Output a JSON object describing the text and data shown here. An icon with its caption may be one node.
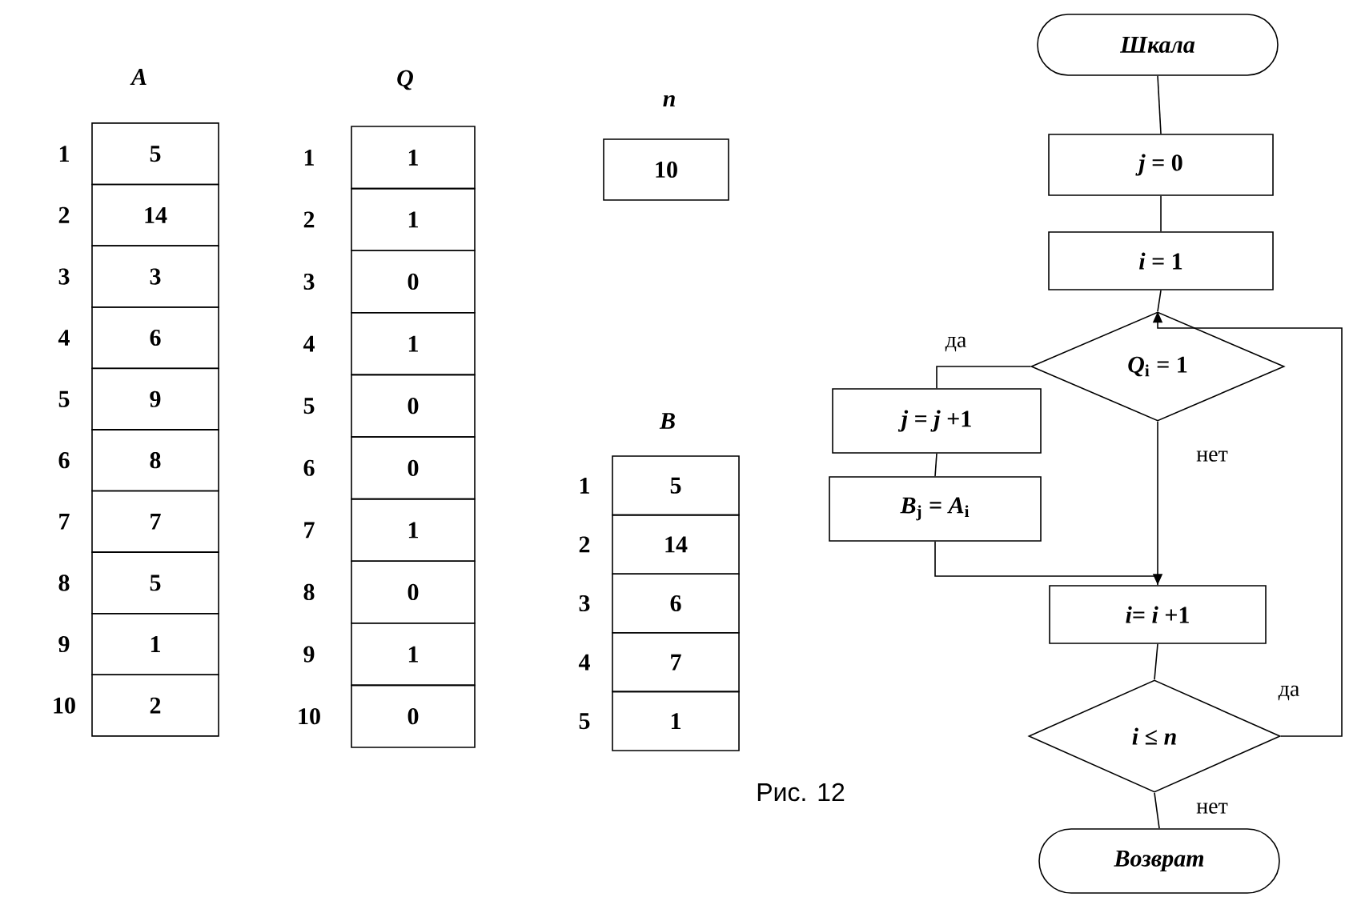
{
  "diagram": {
    "caption": "Рис. 12",
    "nodes": [
      {
        "text": [
          "Шкала"
        ]
      },
      {
        "text": [
          "*j* = 0"
        ]
      },
      {
        "text": [
          "*i* = 1"
        ]
      },
      {
        "text": [
          "*Q*$_{i}$ = 1"
        ]
      },
      {
        "text": [
          "*j* = *j* +1"
        ]
      },
      {
        "text": [
          "*B*$_{j}$ = *A*$_{i}$"
        ]
      },
      {
        "text": [
          "*i*= *i* +1"
        ]
      },
      {
        "text": [
          "*i* ≤ *n*"
        ]
      },
      {
        "text": [
          "Возврат"
        ]
      }
    ],
    "edges": [
      {
        "from": 0,
        "to": 1,
        "arrow": "none"
      },
      {
        "from": 1,
        "to": 2,
        "arrow": "none"
      },
      {
        "from": 2,
        "to": 3,
        "arrow": "none"
      },
      {
        "from": 3,
        "to": 4,
        "arrow": "none",
        "label": "да"
      },
      {
        "from": 4,
        "to": 5,
        "arrow": "none"
      },
      {
        "from": 5,
        "to": 6,
        "arrow": "to"
      },
      {
        "from": 3,
        "to": 6,
        "arrow": "none",
        "label": "нет"
      },
      {
        "from": 6,
        "to": 7,
        "arrow": "none"
      },
      {
        "from": 7,
        "to": 3,
        "arrow": "to",
        "label": "да"
      },
      {
        "from": 7,
        "to": 8,
        "arrow": "none",
        "label": "нет"
      }
    ],
    "labels": [
      "A",
      "1",
      "5",
      "2",
      "14",
      "3",
      "3",
      "4",
      "6",
      "5",
      "9",
      "6",
      "8",
      "7",
      "7",
      "8",
      "5",
      "9",
      "1",
      "10",
      "2",
      "Q",
      "1",
      "1",
      "2",
      "1",
      "3",
      "0",
      "4",
      "1",
      "5",
      "0",
      "6",
      "0",
      "7",
      "1",
      "8",
      "0",
      "9",
      "1",
      "10",
      "0",
      "n",
      "10",
      "B",
      "1",
      "5",
      "2",
      "14",
      "3",
      "6",
      "4",
      "7",
      "5",
      "1"
    ]
  }
}
